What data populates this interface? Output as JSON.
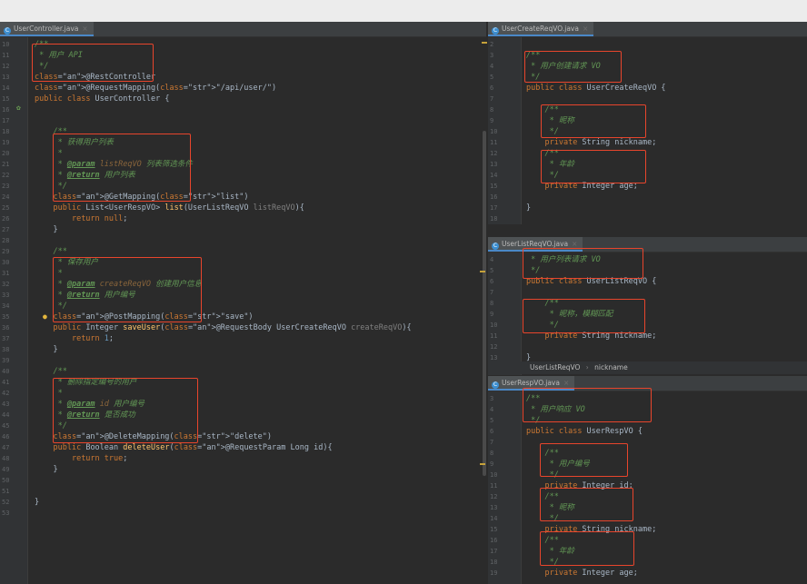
{
  "tabs": {
    "left": "UserController.java",
    "right_top": "UserCreateReqVO.java",
    "right_mid": "UserListReqVO.java",
    "right_bottom": "UserRespVO.java"
  },
  "breadcrumb": {
    "class_name": "UserListReqVO",
    "separator": "›",
    "field": "nickname"
  },
  "colors": {
    "comment": "#629755",
    "keyword": "#cc7832",
    "annotation": "#bbb529",
    "string": "#6a8759",
    "highlight_box": "#e8452c"
  },
  "left": {
    "lines": [
      {
        "n": "10",
        "t": "/**"
      },
      {
        "n": "11",
        "t": " * 用户 API"
      },
      {
        "n": "12",
        "t": " */"
      },
      {
        "n": "13",
        "t": "@RestController"
      },
      {
        "n": "14",
        "t": "@RequestMapping(\"/api/user/\")"
      },
      {
        "n": "15",
        "t": "public class UserController {"
      },
      {
        "n": "16",
        "t": ""
      },
      {
        "n": "17",
        "t": ""
      },
      {
        "n": "18",
        "t": "    /**"
      },
      {
        "n": "19",
        "t": "     * 获得用户列表"
      },
      {
        "n": "20",
        "t": "     *"
      },
      {
        "n": "21",
        "t": "     * @param listReqVO 列表筛选条件"
      },
      {
        "n": "22",
        "t": "     * @return 用户列表"
      },
      {
        "n": "23",
        "t": "     */"
      },
      {
        "n": "24",
        "t": "    @GetMapping(\"list\")"
      },
      {
        "n": "25",
        "t": "    public List<UserRespVO> list(UserListReqVO listReqVO){"
      },
      {
        "n": "26",
        "t": "        return null;"
      },
      {
        "n": "27",
        "t": "    }"
      },
      {
        "n": "28",
        "t": ""
      },
      {
        "n": "29",
        "t": "    /**"
      },
      {
        "n": "30",
        "t": "     * 保存用户"
      },
      {
        "n": "31",
        "t": "     *"
      },
      {
        "n": "32",
        "t": "     * @param createReqVO 创建用户信息"
      },
      {
        "n": "33",
        "t": "     * @return 用户编号"
      },
      {
        "n": "34",
        "t": "     */"
      },
      {
        "n": "35",
        "t": "    @PostMapping(\"save\")"
      },
      {
        "n": "36",
        "t": "    public Integer saveUser(@RequestBody UserCreateReqVO createReqVO){"
      },
      {
        "n": "37",
        "t": "        return 1;"
      },
      {
        "n": "38",
        "t": "    }"
      },
      {
        "n": "39",
        "t": ""
      },
      {
        "n": "40",
        "t": "    /**"
      },
      {
        "n": "41",
        "t": "     * 删除指定编号的用户"
      },
      {
        "n": "42",
        "t": "     *"
      },
      {
        "n": "43",
        "t": "     * @param id 用户编号"
      },
      {
        "n": "44",
        "t": "     * @return 是否成功"
      },
      {
        "n": "45",
        "t": "     */"
      },
      {
        "n": "46",
        "t": "    @DeleteMapping(\"delete\")"
      },
      {
        "n": "47",
        "t": "    public Boolean deleteUser(@RequestParam Long id){"
      },
      {
        "n": "48",
        "t": "        return true;"
      },
      {
        "n": "49",
        "t": "    }"
      },
      {
        "n": "50",
        "t": ""
      },
      {
        "n": "51",
        "t": ""
      },
      {
        "n": "52",
        "t": "}"
      },
      {
        "n": "53",
        "t": ""
      }
    ]
  },
  "right_top": {
    "lines": [
      {
        "n": "2",
        "t": ""
      },
      {
        "n": "3",
        "t": "/**"
      },
      {
        "n": "4",
        "t": " * 用户创建请求 VO"
      },
      {
        "n": "5",
        "t": " */"
      },
      {
        "n": "6",
        "t": "public class UserCreateReqVO {"
      },
      {
        "n": "7",
        "t": ""
      },
      {
        "n": "8",
        "t": "    /**"
      },
      {
        "n": "9",
        "t": "     * 昵称"
      },
      {
        "n": "10",
        "t": "     */"
      },
      {
        "n": "11",
        "t": "    private String nickname;"
      },
      {
        "n": "12",
        "t": "    /**"
      },
      {
        "n": "13",
        "t": "     * 年龄"
      },
      {
        "n": "14",
        "t": "     */"
      },
      {
        "n": "15",
        "t": "    private Integer age;"
      },
      {
        "n": "16",
        "t": ""
      },
      {
        "n": "17",
        "t": "}"
      },
      {
        "n": "18",
        "t": ""
      }
    ]
  },
  "right_mid": {
    "lines": [
      {
        "n": "4",
        "t": " * 用户列表请求 VO"
      },
      {
        "n": "5",
        "t": " */"
      },
      {
        "n": "6",
        "t": "public class UserListReqVO {"
      },
      {
        "n": "7",
        "t": ""
      },
      {
        "n": "8",
        "t": "    /**"
      },
      {
        "n": "9",
        "t": "     * 昵称，模糊匹配"
      },
      {
        "n": "10",
        "t": "     */"
      },
      {
        "n": "11",
        "t": "    private String nickname;"
      },
      {
        "n": "12",
        "t": ""
      },
      {
        "n": "13",
        "t": "}"
      }
    ]
  },
  "right_bottom": {
    "lines": [
      {
        "n": "3",
        "t": "/**"
      },
      {
        "n": "4",
        "t": " * 用户响应 VO"
      },
      {
        "n": "5",
        "t": " */"
      },
      {
        "n": "6",
        "t": "public class UserRespVO {"
      },
      {
        "n": "7",
        "t": ""
      },
      {
        "n": "8",
        "t": "    /**"
      },
      {
        "n": "9",
        "t": "     * 用户编号"
      },
      {
        "n": "10",
        "t": "     */"
      },
      {
        "n": "11",
        "t": "    private Integer id;"
      },
      {
        "n": "12",
        "t": "    /**"
      },
      {
        "n": "13",
        "t": "     * 昵称"
      },
      {
        "n": "14",
        "t": "     */"
      },
      {
        "n": "15",
        "t": "    private String nickname;"
      },
      {
        "n": "16",
        "t": "    /**"
      },
      {
        "n": "17",
        "t": "     * 年龄"
      },
      {
        "n": "18",
        "t": "     */"
      },
      {
        "n": "19",
        "t": "    private Integer age;"
      }
    ]
  }
}
